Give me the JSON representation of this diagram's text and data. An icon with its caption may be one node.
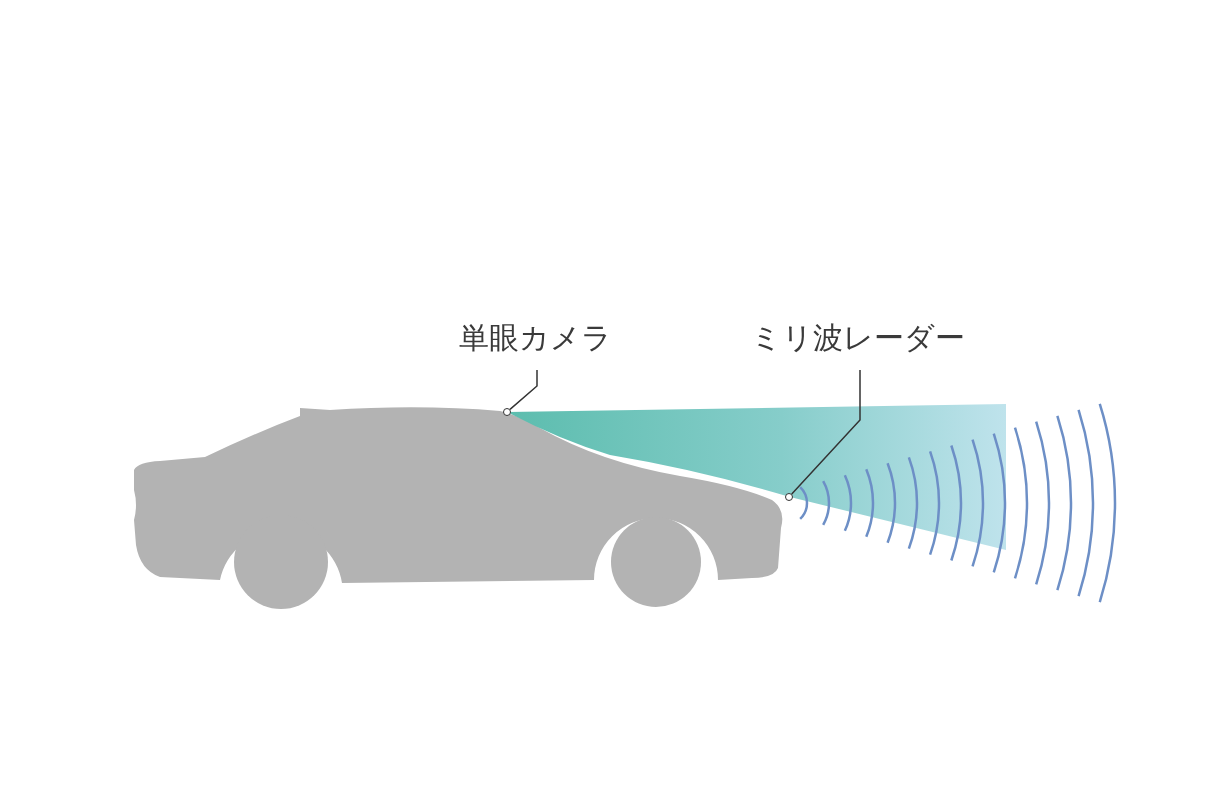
{
  "diagram": {
    "nodes": [
      {
        "text": [
          "単眼カメラ"
        ]
      },
      {
        "text": [],
        "shape": "circle"
      },
      {
        "text": [
          "ミリ波レーダー"
        ]
      },
      {
        "text": [],
        "shape": "circle"
      }
    ],
    "edges": [
      {
        "from": 0,
        "to": 1,
        "arrow": "none"
      },
      {
        "from": 2,
        "to": 3,
        "arrow": "none"
      }
    ]
  }
}
